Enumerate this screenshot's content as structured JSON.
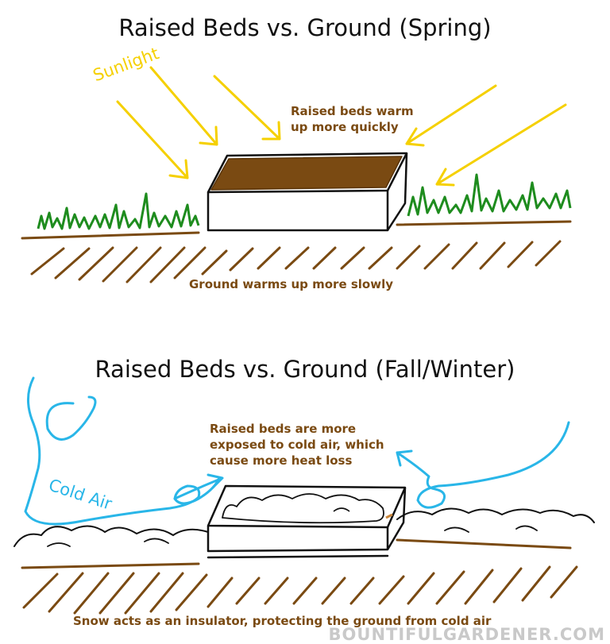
{
  "spring": {
    "title": "Raised Beds vs. Ground (Spring)",
    "sun_label": "Sunlight",
    "bed_note": [
      "Raised beds warm",
      "up more quickly"
    ],
    "ground_note": "Ground warms up more slowly"
  },
  "winter": {
    "title": "Raised Beds vs. Ground (Fall/Winter)",
    "air_label": "Cold Air",
    "bed_note": [
      "Raised beds are more",
      "exposed to cold air, which",
      "cause more heat loss"
    ],
    "ground_note": "Snow acts as an insulator, protecting the ground from cold air"
  },
  "watermark": "BOUNTIFULGARDENER.COM",
  "colors": {
    "sunlight": "#f5d000",
    "cold_air": "#29b6e8",
    "soil": "#7a4a12",
    "grass": "#1e8c1e",
    "note_text": "#7a4a12"
  },
  "icons": [
    "sun-ray-arrow",
    "cold-air-arrow",
    "raised-bed",
    "grass",
    "snow",
    "soil-hatching"
  ]
}
